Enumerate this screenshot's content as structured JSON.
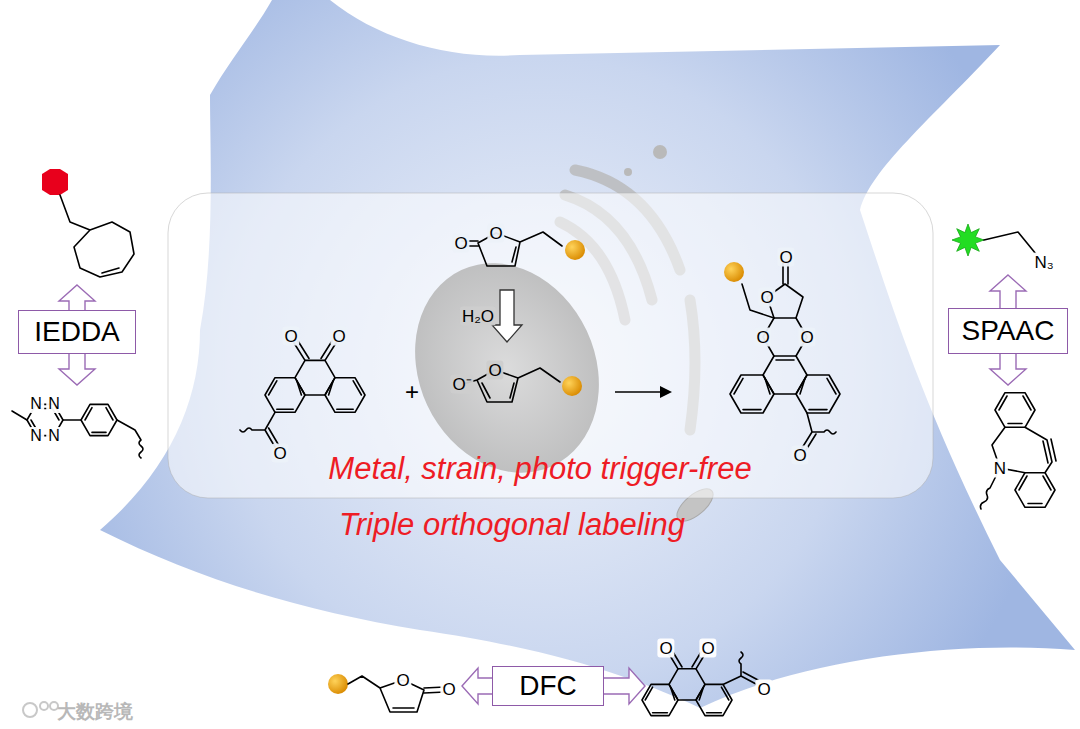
{
  "diagram": {
    "nodes": [
      {
        "text": [
          "IEDDA"
        ]
      },
      {
        "text": [
          "SPAAC"
        ]
      },
      {
        "text": [
          "DFC"
        ]
      }
    ],
    "labels": [
      "O",
      "O",
      "O",
      "+",
      "O",
      "O",
      "H₂O",
      "O⁻",
      "O",
      "O",
      "O",
      "O",
      "O",
      "O",
      "N",
      "N",
      "N",
      "N",
      "N₃",
      "N",
      "O",
      "O",
      "O",
      "O",
      "O",
      "Metal, strain, photo trigger-free",
      "Triple orthogonal labeling",
      "大数跨境"
    ]
  }
}
